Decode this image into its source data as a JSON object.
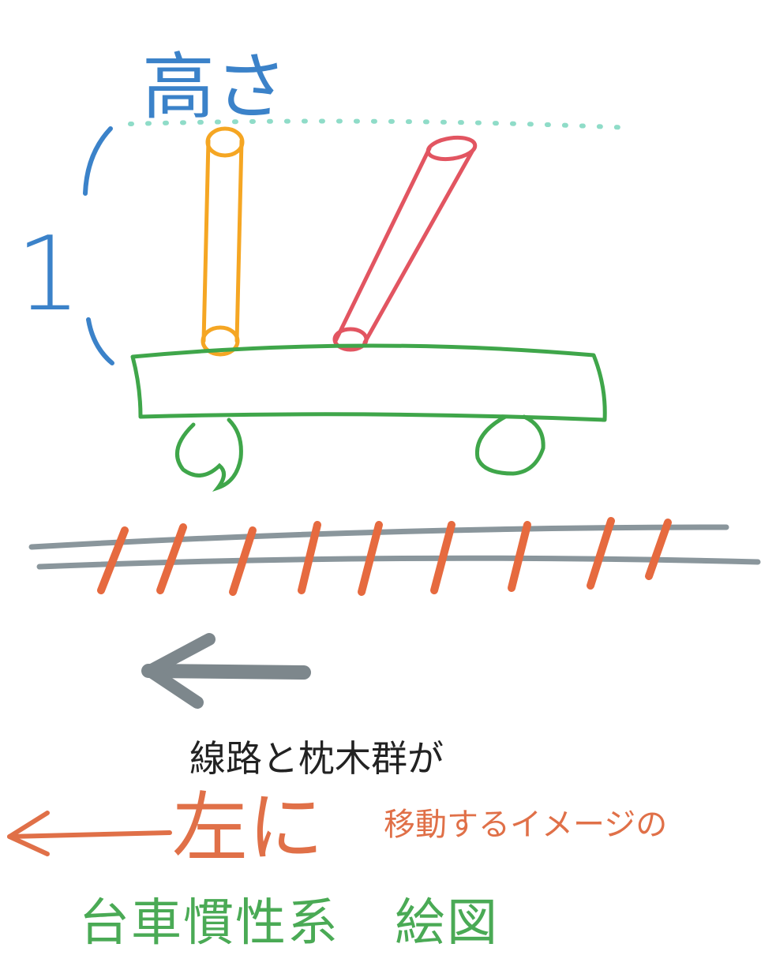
{
  "labels": {
    "height_label": "高さ",
    "one_label": "1",
    "caption_line1": "線路と枕木群が",
    "left_label": "左に",
    "caption_line2": "移動するイメージの",
    "title": "台車慣性系",
    "title_suffix": "絵図"
  },
  "colors": {
    "blue": "#3b82c9",
    "teal": "#8fdcc8",
    "orange_pole": "#f5a623",
    "red_pole": "#e25561",
    "green": "#3fa64a",
    "rail_gray": "#8a969c",
    "sleeper_orange": "#e66a3f",
    "arrow_gray": "#7d878c",
    "orange_text": "#e07048",
    "green_text": "#4aaa55"
  },
  "icons": {
    "left_arrow_gray": "arrow-left-icon",
    "left_arrow_orange": "arrow-left-icon"
  }
}
